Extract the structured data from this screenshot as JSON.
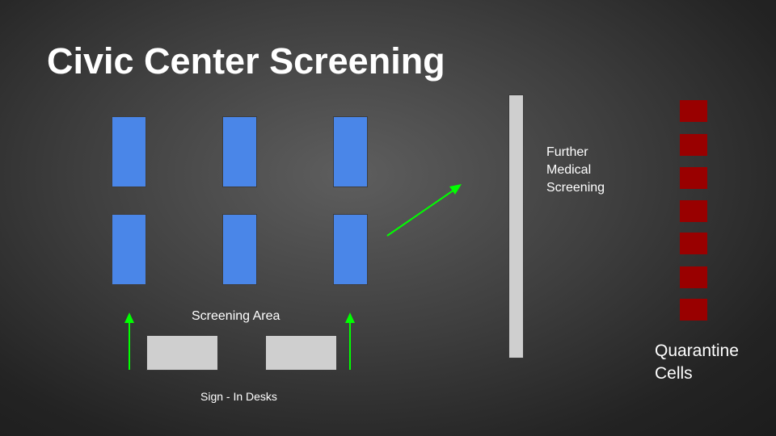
{
  "slide": {
    "title": "Civic Center Screening"
  },
  "labels": {
    "screening_area": "Screening Area",
    "sign_in_desks": "Sign - In Desks",
    "further_medical": "Further\nMedical\nScreening",
    "quarantine": "Quarantine\nCells"
  },
  "colors": {
    "booth": "#4a86e8",
    "desk": "#cfcfcf",
    "wall": "#cfcfcf",
    "cell": "#990000",
    "arrow": "#00ff00",
    "text": "#ffffff"
  }
}
